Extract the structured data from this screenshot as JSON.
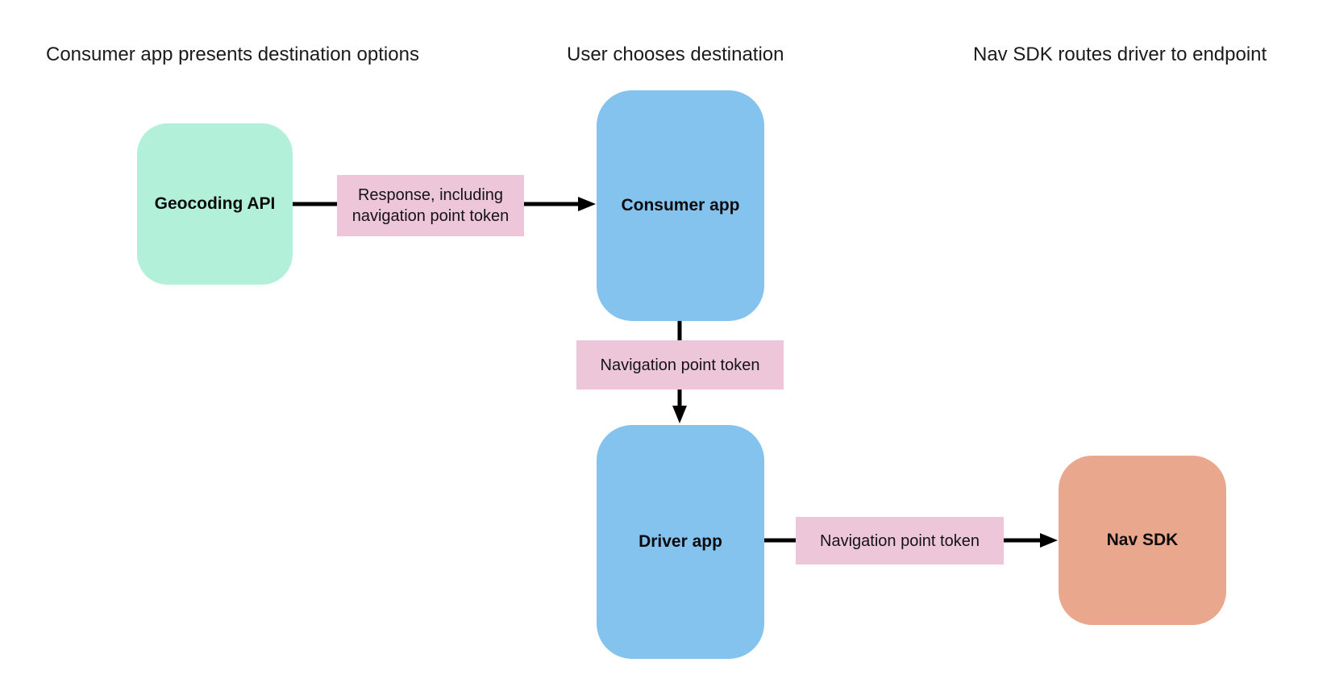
{
  "diagram": {
    "background_color": "#ffffff",
    "arrow_color": "#000000",
    "stage_headers": [
      {
        "id": "step-1",
        "label": "Consumer app presents destination options"
      },
      {
        "id": "step-2",
        "label": "User chooses destination"
      },
      {
        "id": "step-3",
        "label": "Nav SDK routes driver to endpoint"
      }
    ],
    "nodes": [
      {
        "id": "geocoding-api",
        "label": "Geocoding API",
        "color": "#b2f0da"
      },
      {
        "id": "consumer-app",
        "label": "Consumer app",
        "color": "#85c3ef"
      },
      {
        "id": "driver-app",
        "label": "Driver app",
        "color": "#85c3ef"
      },
      {
        "id": "nav-sdk",
        "label": "Nav SDK",
        "color": "#e9a88d"
      }
    ],
    "edges": [
      {
        "id": "geocoding-to-consumer",
        "label": "Response, including navigation point token",
        "label_color": "#edc6d9"
      },
      {
        "id": "consumer-to-driver",
        "label": "Navigation point token",
        "label_color": "#edc6d9"
      },
      {
        "id": "driver-to-navsdk",
        "label": "Navigation point token",
        "label_color": "#edc6d9"
      }
    ]
  }
}
